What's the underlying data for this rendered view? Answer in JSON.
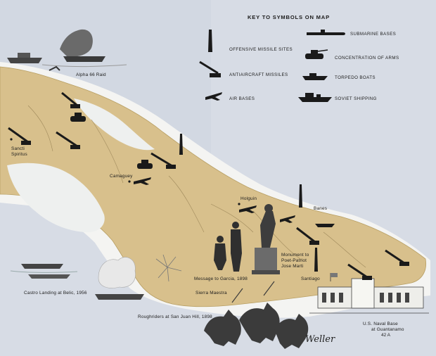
{
  "key": {
    "title": "KEY TO SYMBOLS ON MAP",
    "offensive_missile_sites": "OFFENSIVE MISSILE SITES",
    "antiaircraft_missiles": "ANTIAIRCRAFT MISSILES",
    "air_bases": "AIR BASES",
    "submarine_bases": "SUBMARINE BASES",
    "concentration_of_arms": "CONCENTRATION OF ARMS",
    "torpedo_boats": "TORPEDO BOATS",
    "soviet_shipping": "SOVIET SHIPPING"
  },
  "labels": {
    "alpha_66_raid": "Alpha 66 Raid",
    "sancti": "Sancti",
    "spiritus": "Spiritus",
    "camaguey": "Camaguey",
    "holguin": "Holguin",
    "banes": "Banes",
    "monument_line1": "Monument to",
    "monument_line2": "Poet-Patriot",
    "monument_line3": "Jose Marti",
    "message_to_garcia": "Message to Garcia, 1898",
    "santiago": "Santiago",
    "sierra_maestra": "Sierra Maestra",
    "castro_landing": "Castro Landing at Belic, 1956",
    "roughriders": "Roughriders at San Juan Hill, 1898",
    "naval_base_line1": "U.S. Naval Base",
    "naval_base_line2": "at Guantanamo",
    "signature": "Weller",
    "page_number": "42 A"
  }
}
